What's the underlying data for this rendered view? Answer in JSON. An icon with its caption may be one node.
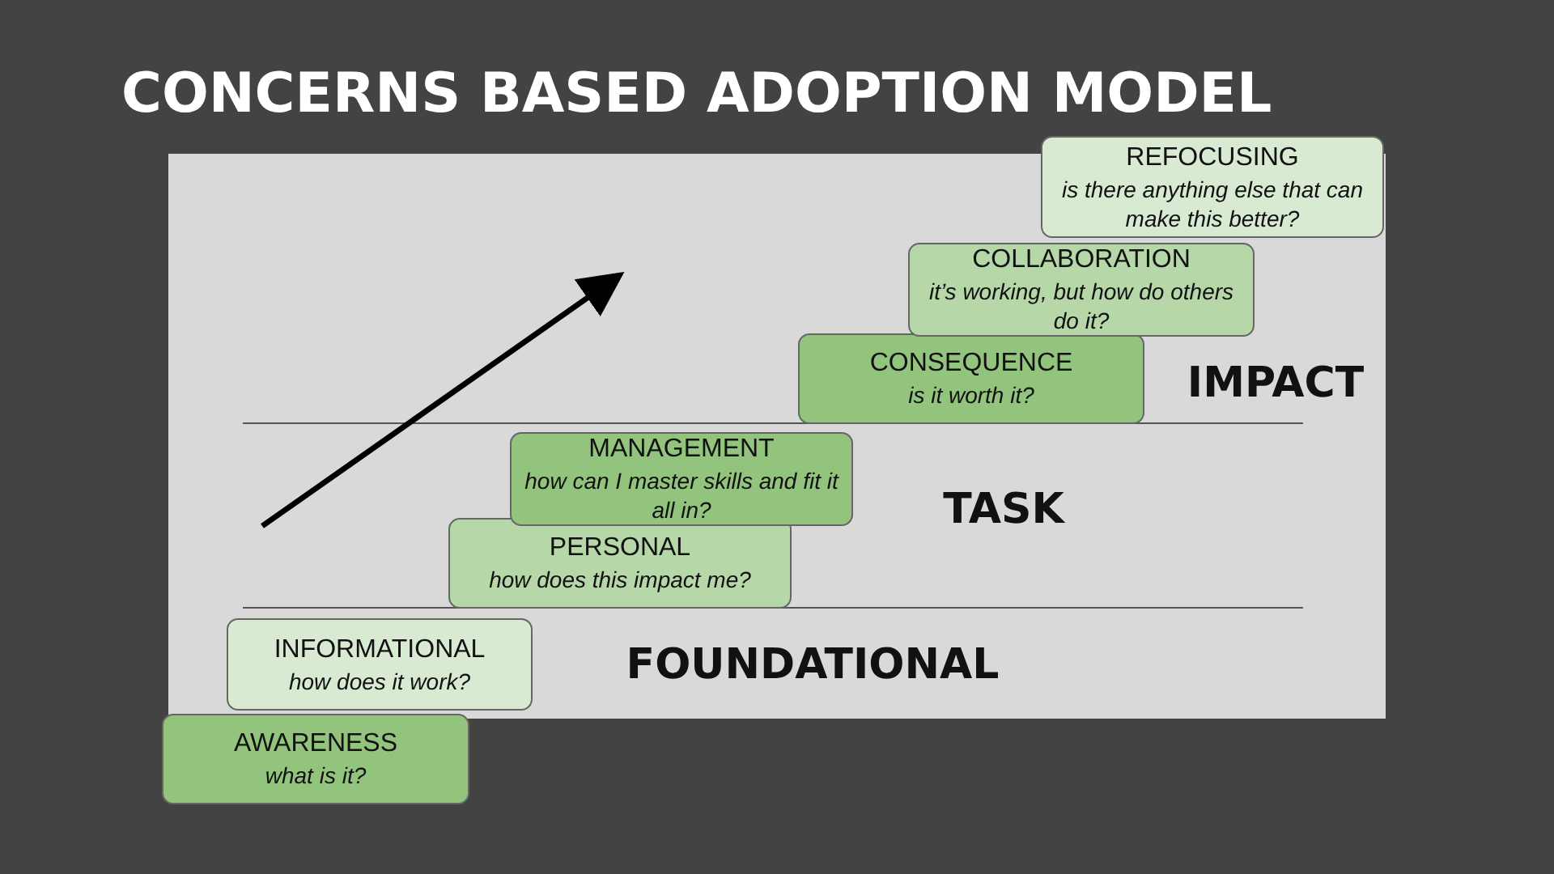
{
  "diagram": {
    "title": "CONCERNS BASED ADOPTION MODEL",
    "nodes": [
      {
        "text": [
          "REFOCUSING",
          "is there anything else that can make this better?"
        ]
      },
      {
        "text": [
          "COLLABORATION",
          "it’s working, but how do others do it?"
        ]
      },
      {
        "text": [
          "CONSEQUENCE",
          "is it worth it?"
        ]
      },
      {
        "text": [
          "MANAGEMENT",
          "how can I master skills and fit it all in?"
        ]
      },
      {
        "text": [
          "PERSONAL",
          "how does this impact me?"
        ]
      },
      {
        "text": [
          "INFORMATIONAL",
          "how does it work?"
        ]
      },
      {
        "text": [
          "AWARENESS",
          "what is it?"
        ]
      }
    ],
    "edges": [],
    "labels": [
      "IMPACT",
      "TASK",
      "FOUNDATIONAL"
    ]
  }
}
